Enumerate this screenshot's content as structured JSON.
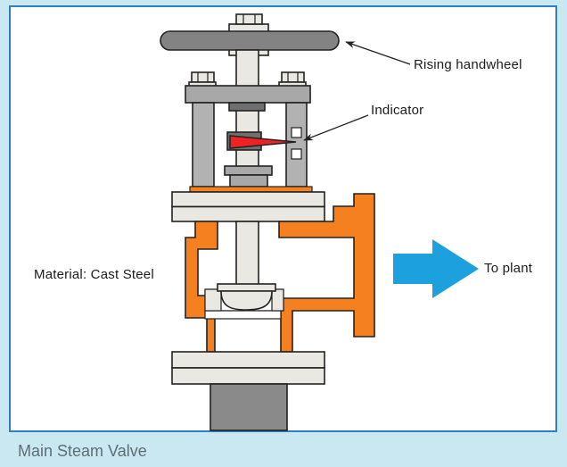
{
  "figure": {
    "caption": "Main Steam Valve",
    "labels": {
      "rising_handwheel": "Rising handwheel",
      "indicator": "Indicator",
      "material": "Material: Cast Steel",
      "to_plant": "To plant"
    }
  },
  "colors": {
    "page_bg": "#c9e8f2",
    "panel_bg": "#ffffff",
    "panel_border": "#2f7fc1",
    "outline": "#222222",
    "light_metal": "#eae8e3",
    "wheel_gray": "#838383",
    "yoke_gray": "#a8a8a8",
    "pillar_gray": "#b2b2b2",
    "dark_gray": "#6f6f6f",
    "drain_gray": "#8a8a8a",
    "body_orange": "#f5801f",
    "indicator_red": "#ee2224",
    "flow_blue": "#1da0de",
    "label_text": "#1c1c1c",
    "caption_text": "#5e6e76"
  }
}
